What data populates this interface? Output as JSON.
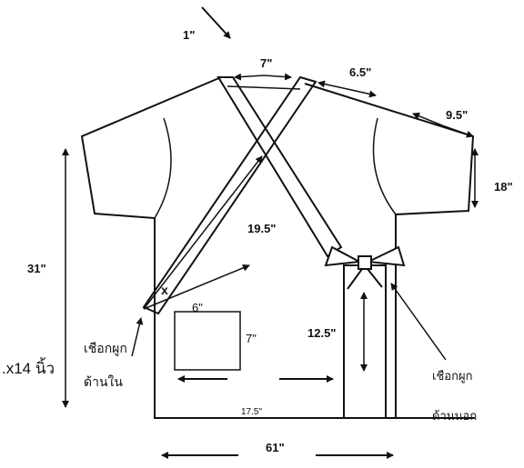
{
  "labels": {
    "top_note": "1\"",
    "neck_width": "7\"",
    "shoulder_length": "6.5\"",
    "sleeve_length": "9.5\"",
    "sleeve_depth": "18\"",
    "diagonal_length": "19.5\"",
    "body_length": "31\"",
    "x_mark": "x",
    "pocket_width": "6\"",
    "pocket_height": "7\"",
    "tie_height": "12.5\"",
    "hem_width": "17.5\"",
    "total_width": "61\"",
    "left_note": ".x14 นิ้ว",
    "inner_tie_line1": "เชือกผูก",
    "inner_tie_line2": "ด้านใน",
    "outer_tie_line1": "เชือกผูก",
    "outer_tie_line2": "ด้านนอก"
  }
}
